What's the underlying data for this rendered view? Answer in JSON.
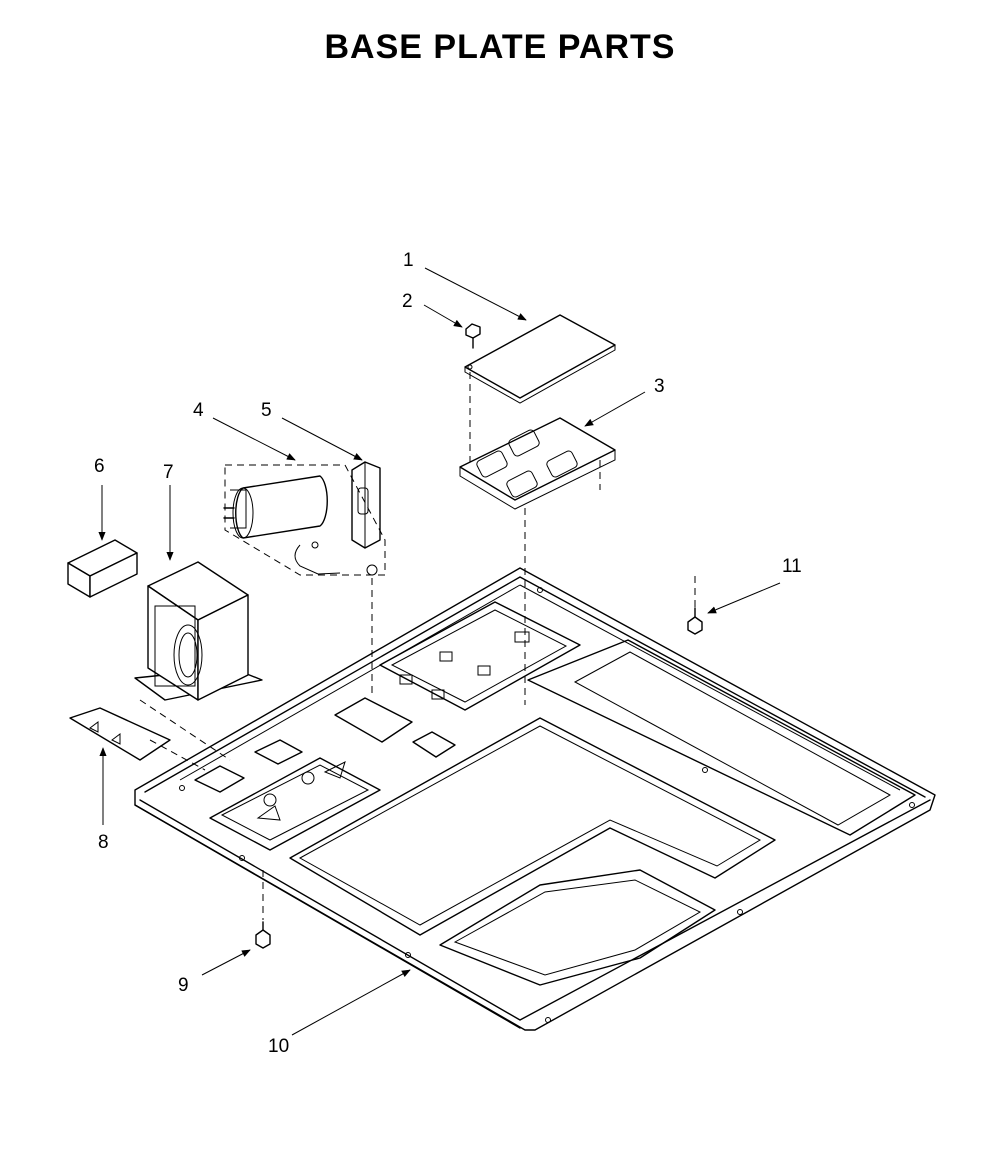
{
  "title": "BASE PLATE PARTS",
  "callouts": [
    "1",
    "2",
    "3",
    "4",
    "5",
    "6",
    "7",
    "8",
    "9",
    "10",
    "11"
  ]
}
